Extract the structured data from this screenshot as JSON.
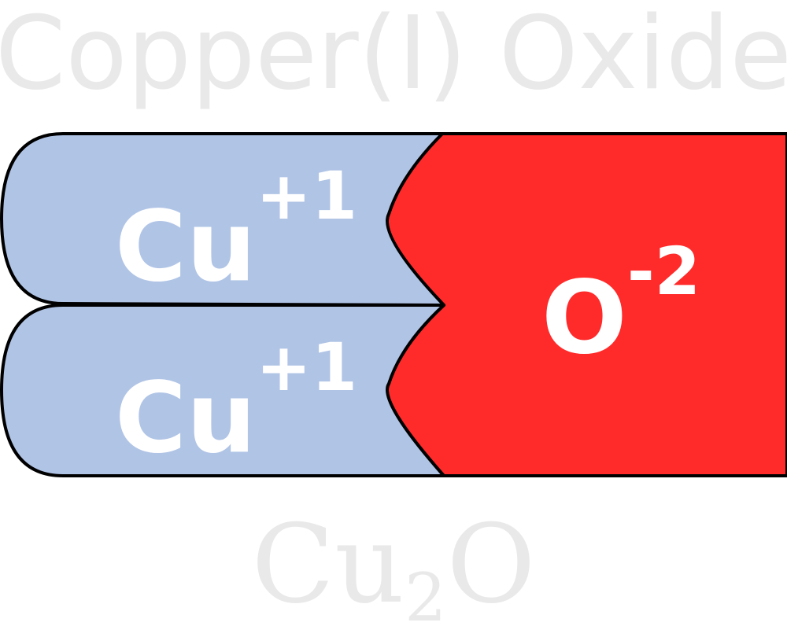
{
  "diagram": {
    "title": "Copper(I) Oxide",
    "formula": {
      "base": "Cu",
      "subscript": "2",
      "tail": "O"
    },
    "ions": [
      {
        "symbol": "Cu",
        "charge": "+1",
        "color": "#b0c4e6"
      },
      {
        "symbol": "Cu",
        "charge": "+1",
        "color": "#b0c4e6"
      },
      {
        "symbol": "O",
        "charge": "-2",
        "color": "#ff2a2a"
      }
    ],
    "colors": {
      "background": "#ffffff",
      "watermark_text": "#e9e9e9",
      "outline": "#000000",
      "ion_label": "#ffffff"
    }
  }
}
